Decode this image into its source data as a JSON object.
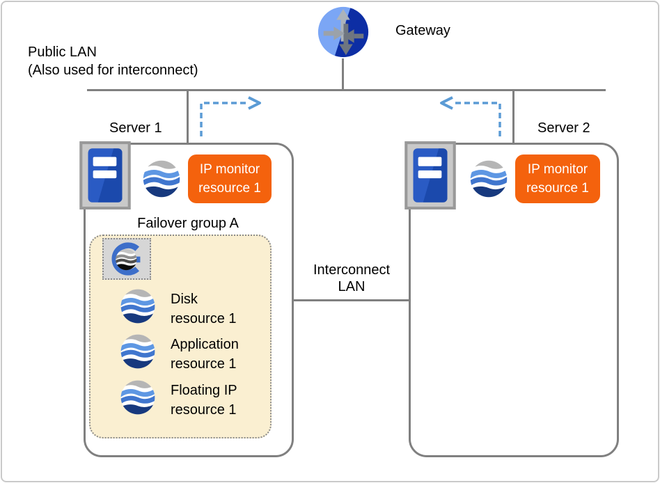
{
  "page": {
    "public_lan_line1": "Public LAN",
    "public_lan_line2": "(Also used for interconnect)",
    "gateway_label": "Gateway",
    "interconnect_line1": "Interconnect",
    "interconnect_line2": "LAN"
  },
  "servers": [
    {
      "label": "Server 1",
      "monitor_line1": "IP monitor",
      "monitor_line2": "resource 1"
    },
    {
      "label": "Server 2",
      "monitor_line1": "IP monitor",
      "monitor_line2": "resource 1"
    }
  ],
  "failover_group": {
    "title": "Failover group A",
    "resources": [
      {
        "line1": "Disk",
        "line2": "resource 1"
      },
      {
        "line1": "Application",
        "line2": "resource 1"
      },
      {
        "line1": "Floating IP",
        "line2": "resource 1"
      }
    ]
  },
  "colors": {
    "line_gray": "#808080",
    "dashed_arrow_blue": "#5B9BD5",
    "monitor_orange": "#F4620D",
    "failover_fill": "#FAEFD1",
    "gateway_light_blue": "#7BA6F5",
    "gateway_dark_blue": "#0D2EA4",
    "server_tower_blue": "#2A5BC4",
    "sphere_navy": "#17397E"
  }
}
